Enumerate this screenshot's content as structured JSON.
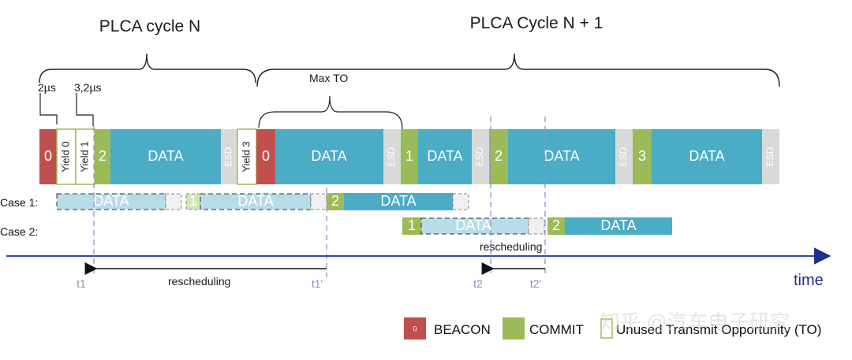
{
  "titles": {
    "cycle_n": "PLCA cycle N",
    "cycle_n1": "PLCA Cycle N + 1"
  },
  "annotations": {
    "two_us": "2µs",
    "three_two_us": "3,2µs",
    "max_to": "Max TO"
  },
  "main_row": {
    "beacon_0": "0",
    "yield_0": "Yield 0",
    "yield_1": "Yield 1",
    "node_2": "2",
    "data": "DATA",
    "esd": "ESD",
    "yield_3": "Yield 3",
    "node_1": "1",
    "node_3": "3"
  },
  "cases": {
    "case1_label": "Case 1:",
    "case2_label": "Case 2:",
    "data": "DATA",
    "node_1": "1",
    "node_2": "2"
  },
  "timeline": {
    "t1": "t1",
    "t1_prime": "t1'",
    "t2": "t2",
    "t2_prime": "t2'",
    "rescheduling_1": "rescheduling",
    "rescheduling_2": "rescheduling",
    "time_label": "time"
  },
  "legend": {
    "beacon_glyph": "0",
    "beacon": "BEACON",
    "commit": "COMMIT",
    "unused": "Unused Transmit Opportunity (TO)"
  },
  "watermark": "知乎 @汽车电子研究",
  "colors": {
    "beacon": "#c0504d",
    "commit": "#9bbb59",
    "data": "#4bacc6",
    "data_faded": "#b7dde8",
    "esd": "#d9d9d9",
    "axis": "#1f2f8c",
    "guide": "#9b8fd1"
  }
}
